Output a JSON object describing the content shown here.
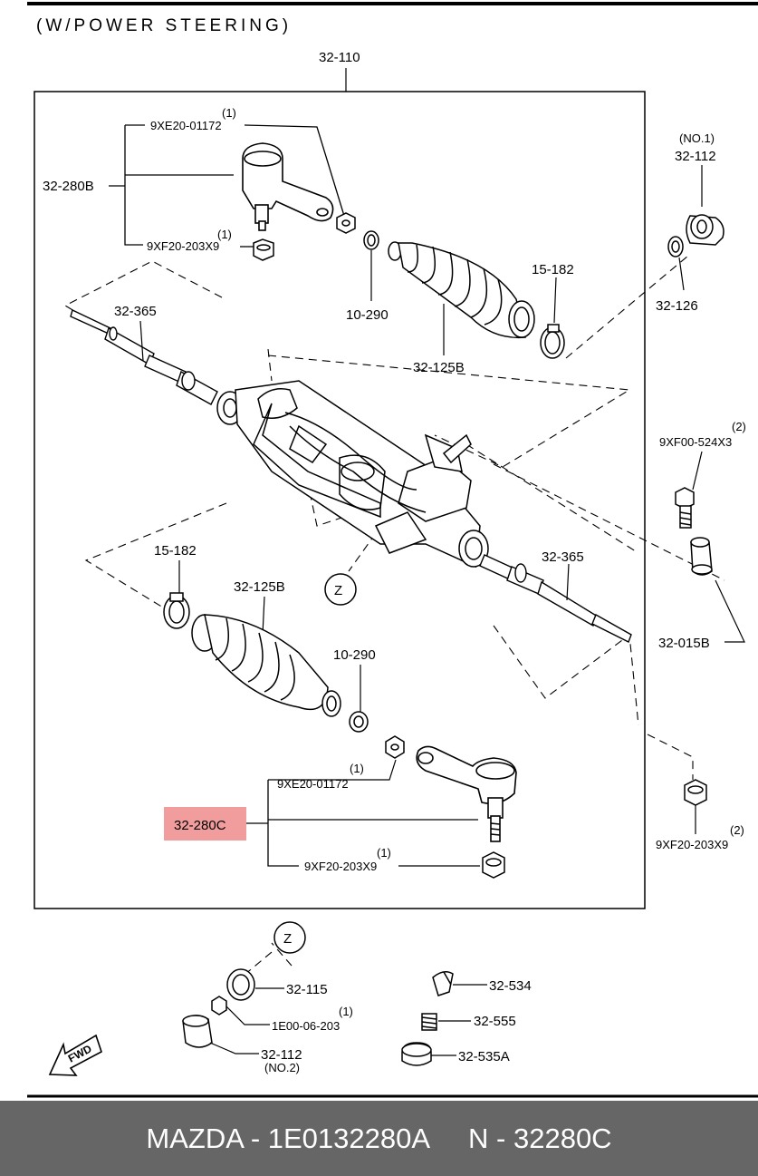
{
  "header": {
    "title": "(W/POWER STEERING)"
  },
  "labels": {
    "assembly": "32-110",
    "tie_rod_end_top": "32-280B",
    "nut_top": "9XE20-01172",
    "nut_top_qty": "(1)",
    "nut_top2": "9XF20-203X9",
    "nut_top2_qty": "(1)",
    "clip_top": "10-290",
    "boot_top": "32-125B",
    "clamp_top": "15-182",
    "tie_rod_top": "32-365",
    "mount_no1_qty": "(NO.1)",
    "mount_no1": "32-112",
    "washer": "32-126",
    "bolt_qty": "(2)",
    "bolt": "9XF00-524X3",
    "bushing": "32-015B",
    "tie_rod_bottom": "32-365",
    "clamp_bottom": "15-182",
    "boot_bottom": "32-125B",
    "clip_bottom": "10-290",
    "nut_bottom": "9XE20-01172",
    "nut_bottom_qty": "(1)",
    "tie_rod_end_bottom": "32-280C",
    "nut_bottom2": "9XF20-203X9",
    "nut_bottom2_qty": "(1)",
    "nut_right_qty": "(2)",
    "nut_right": "9XF20-203X9",
    "detail_marker": "Z",
    "detail_marker2": "Z",
    "seal": "32-115",
    "plug": "1E00-06-203",
    "plug_qty": "(1)",
    "mount_no2": "32-112",
    "mount_no2_qty": "(NO.2)",
    "yoke": "32-534",
    "spring": "32-555",
    "cap": "32-535A",
    "fwd": "FWD"
  },
  "highlight": {
    "part": "32-280C",
    "color": "#f08c8c"
  },
  "footer": {
    "brand": "MAZDA - 1E0132280A",
    "part_no": "N - 32280C"
  }
}
